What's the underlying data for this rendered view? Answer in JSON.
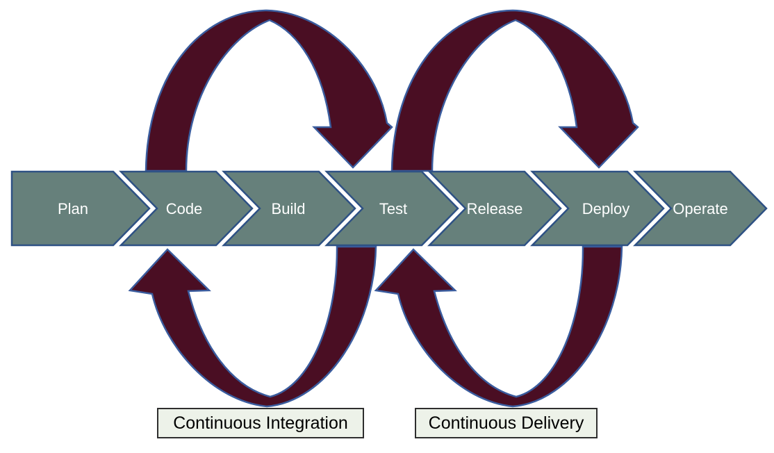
{
  "diagram": {
    "steps": [
      "Plan",
      "Code",
      "Build",
      "Test",
      "Release",
      "Deploy",
      "Operate"
    ],
    "loops": {
      "ci": {
        "label": "Continuous Integration"
      },
      "cd": {
        "label": "Continuous Delivery"
      }
    },
    "colors": {
      "chevron_fill": "#66807B",
      "chevron_border": "#2E5184",
      "loop_fill": "#4A0E23",
      "loop_border": "#3A5C9E",
      "step_text": "#FFFFFF",
      "label_bg": "#EDF2E9",
      "label_border": "#2E2E2E",
      "label_text": "#000000",
      "background": "#FFFFFF"
    }
  }
}
